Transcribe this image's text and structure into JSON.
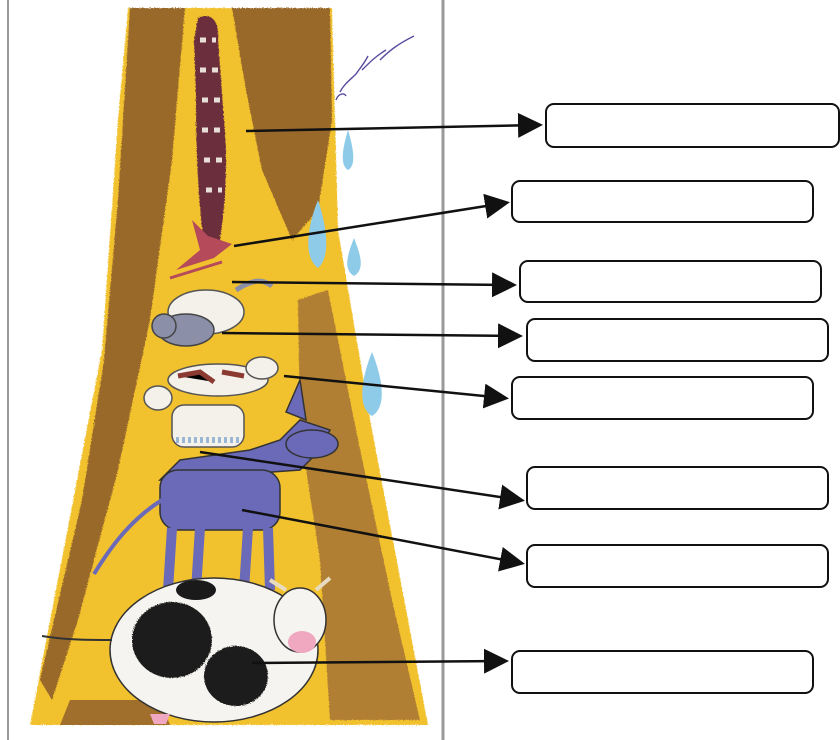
{
  "illustration": {
    "signature": "Sniff",
    "animals": [
      "rooster",
      "cat",
      "dog",
      "donkey",
      "cow"
    ],
    "colors": {
      "background_yellow": "#f2c12e",
      "tree_bark": "#8a5a2b",
      "rain_drop": "#8ecbe8",
      "donkey": "#6a6ab8",
      "cow_spots": "#1a1a1a"
    }
  },
  "labels": [
    "",
    "",
    "",
    "",
    "",
    "",
    "",
    ""
  ]
}
